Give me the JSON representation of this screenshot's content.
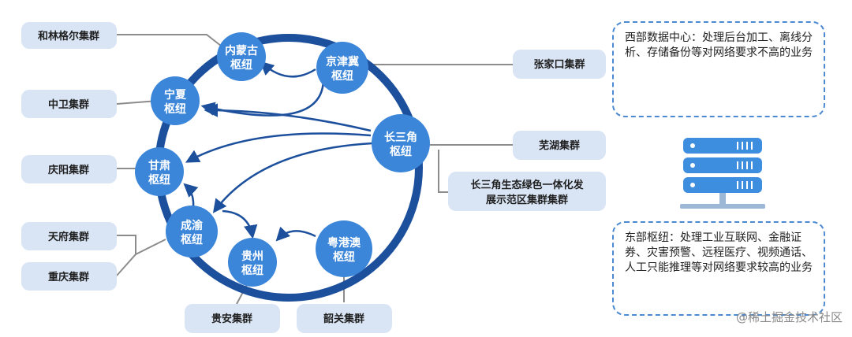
{
  "hubs": {
    "neimenggu": [
      "内蒙古",
      "枢纽"
    ],
    "jingjinji": [
      "京津冀",
      "枢纽"
    ],
    "ningxia": [
      "宁夏",
      "枢纽"
    ],
    "changsanjiao": [
      "长三角",
      "枢纽"
    ],
    "gansu": [
      "甘肃",
      "枢纽"
    ],
    "chengyu": [
      "成渝",
      "枢纽"
    ],
    "guizhou": [
      "贵州",
      "枢纽"
    ],
    "yuegangao": [
      "粤港澳",
      "枢纽"
    ]
  },
  "clusters": {
    "helingeer": "和林格尔集群",
    "zhongwei": "中卫集群",
    "qingyang": "庆阳集群",
    "tianfu": "天府集群",
    "chongqing": "重庆集群",
    "guian": "贵安集群",
    "shaoguan": "韶关集群",
    "zhangjiakou": "张家口集群",
    "wuhu": "芜湖集群",
    "yangtze_demo": [
      "长三角生态绿色一体化发",
      "展示范区集群集群"
    ]
  },
  "info": {
    "west": "西部数据中心：处理后台加工、离线分析、存储备份等对网络要求不高的业务",
    "east": "东部枢纽：处理工业互联网、金融证券、灾害预警、远程医疗、视频通话、人工只能推理等对网络要求较高的业务"
  },
  "watermark": "@稀土掘金技术社区",
  "colors": {
    "ring": "#1c4f9c",
    "hub": "#3b86d9",
    "arrow": "#1c4f9c",
    "cluster_bg": "#d9e5f5",
    "connector": "#8c8c8c",
    "dash_border": "#4b8ad1"
  },
  "icons": {
    "server": "server-rack-icon"
  }
}
